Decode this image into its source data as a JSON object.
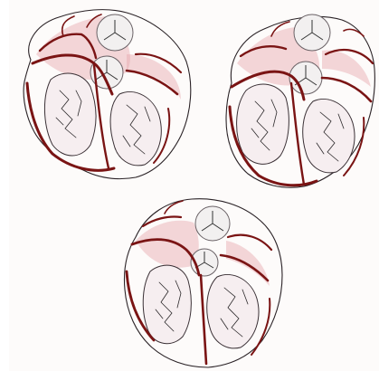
{
  "figure": {
    "background": "#fdfbfa",
    "vessel_color": "#7a1414",
    "blush_color": "#e7a7ad",
    "panels": [
      {
        "name": "heart-cross-section-left"
      },
      {
        "name": "heart-cross-section-right"
      },
      {
        "name": "heart-cross-section-bottom"
      }
    ]
  }
}
